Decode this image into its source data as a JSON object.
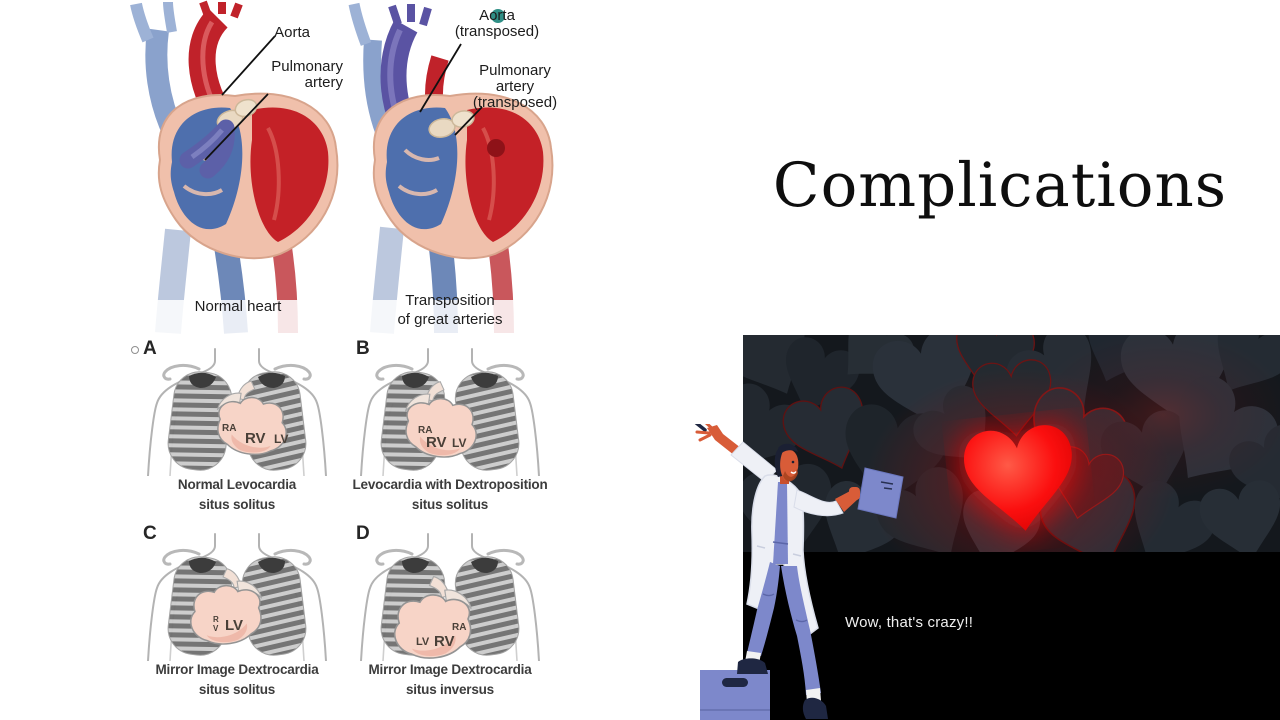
{
  "title": "Complications",
  "quote": "Wow, that's crazy!!",
  "tga": {
    "label_aorta": "Aorta",
    "label_pulmonary_1": "Pulmonary",
    "label_pulmonary_2": "artery",
    "label_aorta_t_1": "Aorta",
    "label_aorta_t_2": "(transposed)",
    "label_pa_t_1": "Pulmonary",
    "label_pa_t_2": "artery",
    "label_pa_t_3": "(transposed)",
    "caption_normal": "Normal heart",
    "caption_tga_1": "Transposition",
    "caption_tga_2": "of great arteries"
  },
  "xray": {
    "panels": [
      {
        "letter": "A",
        "caption1": "Normal Levocardia",
        "caption2": "situs solitus",
        "labels": {
          "ra": "RA",
          "rv": "RV",
          "lv": "LV"
        }
      },
      {
        "letter": "B",
        "caption1": "Levocardia with Dextroposition",
        "caption2": "situs solitus",
        "labels": {
          "ra": "RA",
          "rv": "RV",
          "lv": "LV"
        }
      },
      {
        "letter": "C",
        "caption1": "Mirror Image Dextrocardia",
        "caption2": "situs solitus",
        "labels": {
          "r": "R",
          "v": "V",
          "lv": "LV"
        }
      },
      {
        "letter": "D",
        "caption1": "Mirror Image Dextrocardia",
        "caption2": "situs inversus",
        "labels": {
          "lv": "LV",
          "rv": "RV",
          "ra": "RA"
        }
      }
    ]
  },
  "icons": {
    "hearts_pile": "glowing-red-heart-in-pile-of-dark-hearts",
    "doctor": "cartoon-doctor-with-folder-standing-on-box"
  },
  "colors": {
    "slide_bg": "#ffffff",
    "title_color": "#0e0e0e",
    "black_panel": "#000000",
    "hearts_bg": "#14181d",
    "glow_red": "#ff0a0a",
    "periwinkle": "#7d88cb",
    "aorta_red": "#c0222a",
    "vein_blue": "#4e6fad",
    "transposed_purple": "#5a53a3",
    "heart_wall_pink": "#f0c0ab"
  }
}
